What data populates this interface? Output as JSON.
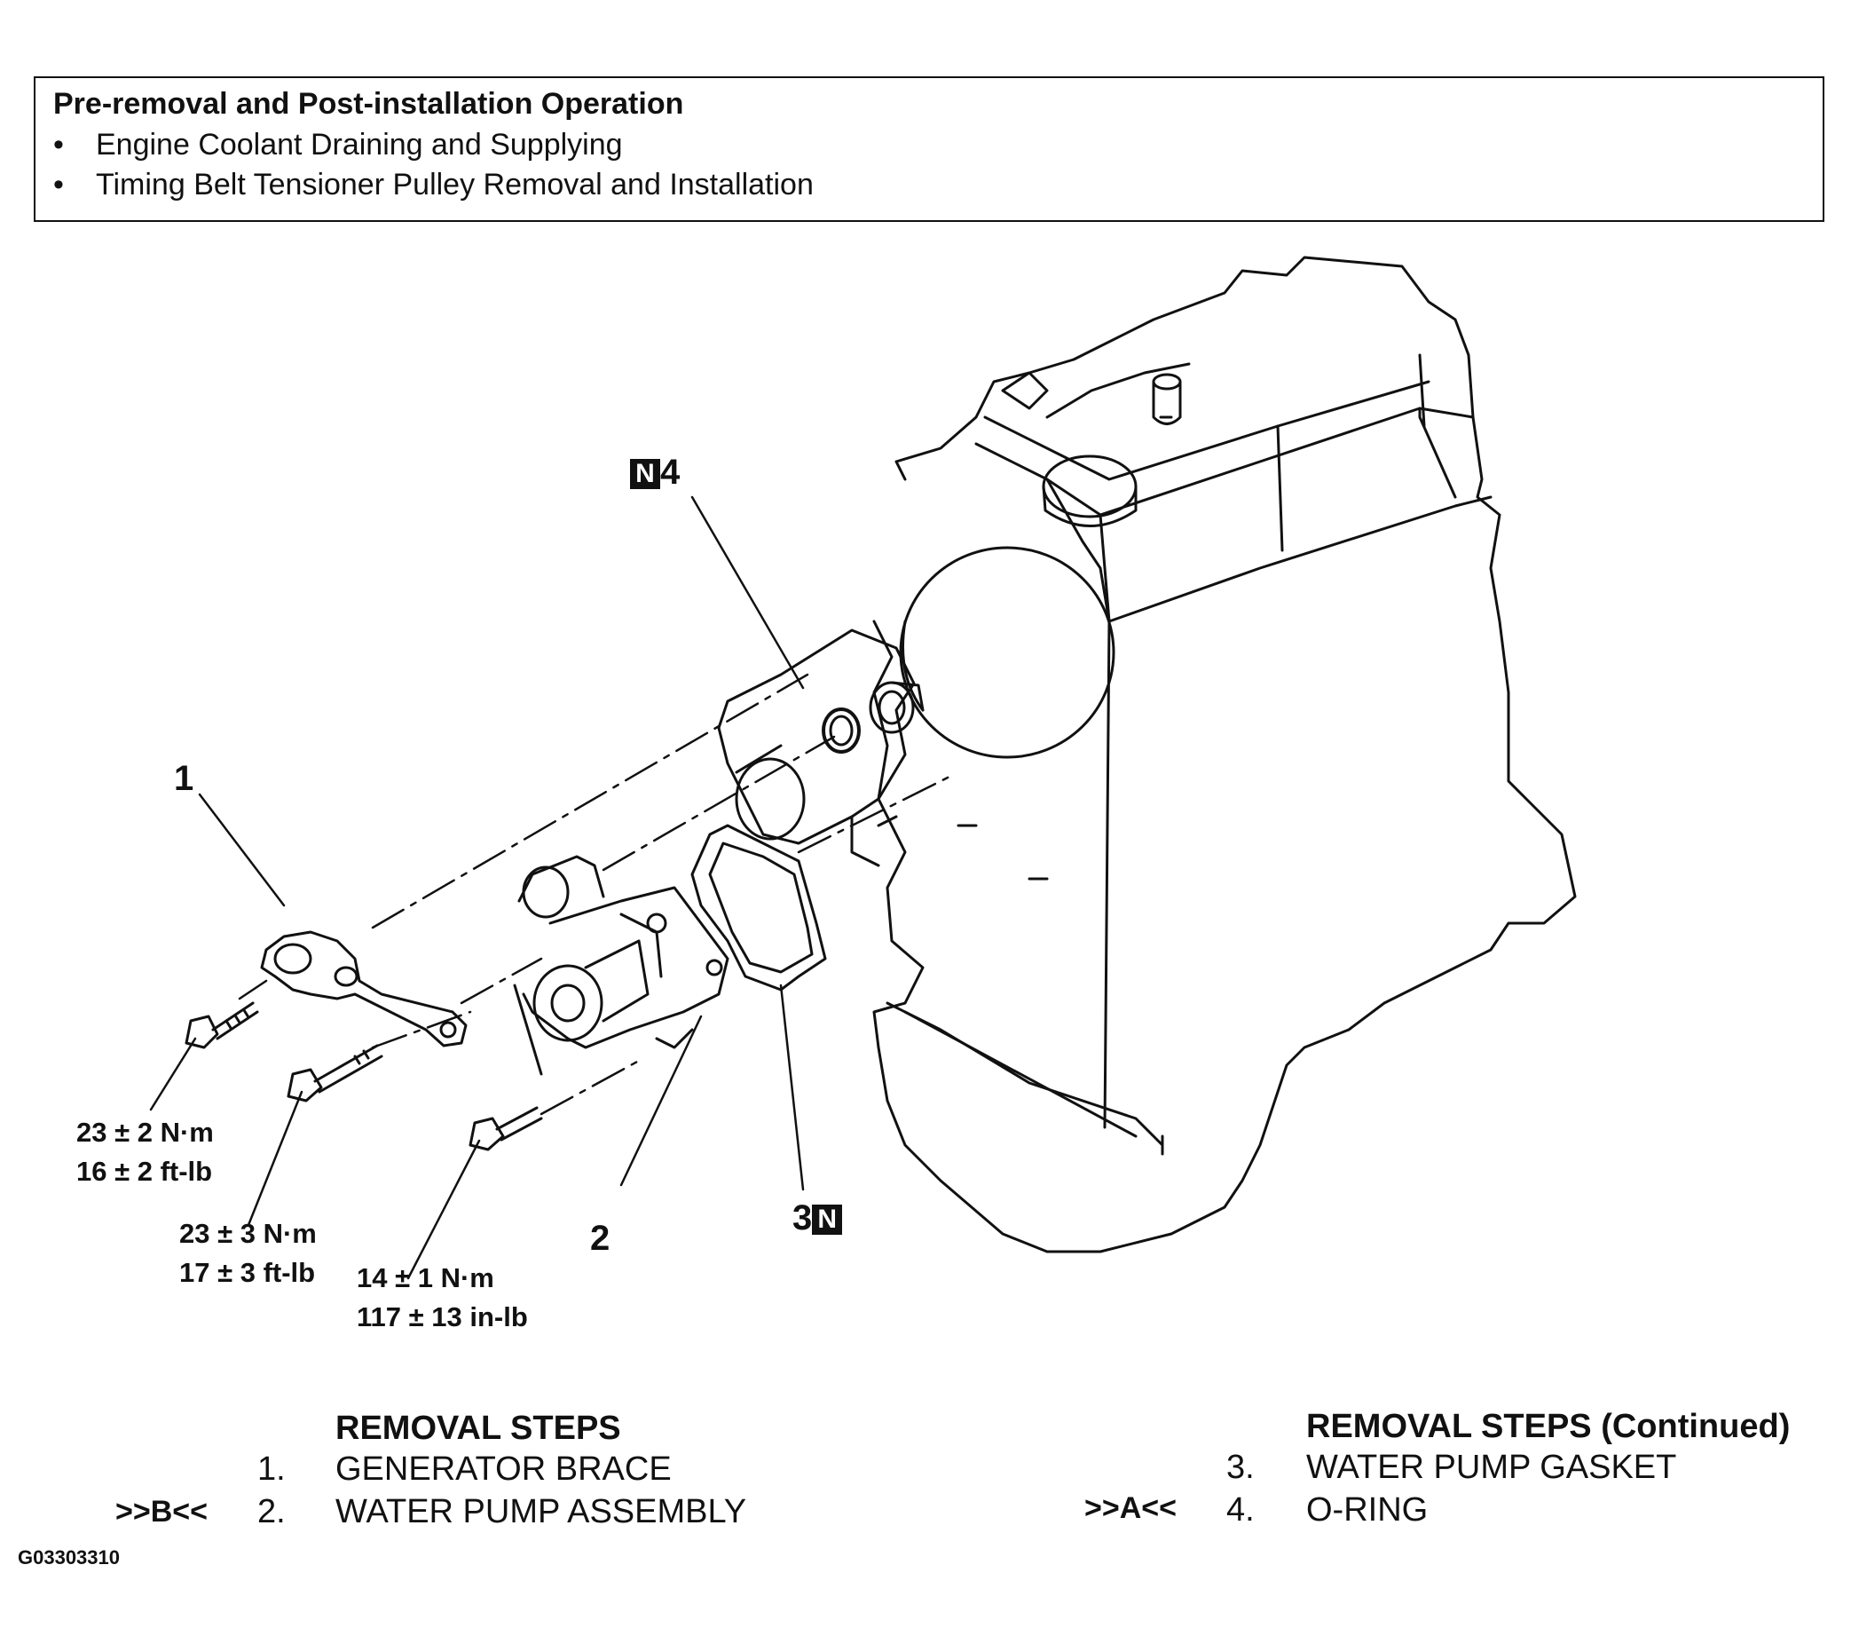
{
  "pre_removal": {
    "title": "Pre-removal and Post-installation Operation",
    "items": [
      "Engine Coolant Draining and Supplying",
      "Timing Belt Tensioner Pulley Removal and Installation"
    ],
    "bullet": "•"
  },
  "callouts": {
    "c1": "1",
    "c2": "2",
    "c3": "3",
    "c4": "4",
    "new_part_badge": "N"
  },
  "torques": {
    "t1": {
      "metric": "23 ± 2 N·m",
      "imperial": "16 ± 2 ft-lb"
    },
    "t2": {
      "metric": "23 ± 3 N·m",
      "imperial": "17 ± 3 ft-lb"
    },
    "t3": {
      "metric": "14 ± 1 N·m",
      "imperial": "117 ± 13 in-lb"
    }
  },
  "removal_steps": {
    "heading_left": "REMOVAL STEPS",
    "heading_right": "REMOVAL STEPS (Continued)",
    "steps": [
      {
        "num": "1.",
        "label": "GENERATOR BRACE",
        "ref": ""
      },
      {
        "num": "2.",
        "label": "WATER PUMP ASSEMBLY",
        "ref": ">>B<<"
      },
      {
        "num": "3.",
        "label": "WATER PUMP GASKET",
        "ref": ""
      },
      {
        "num": "4.",
        "label": "O-RING",
        "ref": ">>A<<"
      }
    ]
  },
  "figure_code": "G03303310"
}
